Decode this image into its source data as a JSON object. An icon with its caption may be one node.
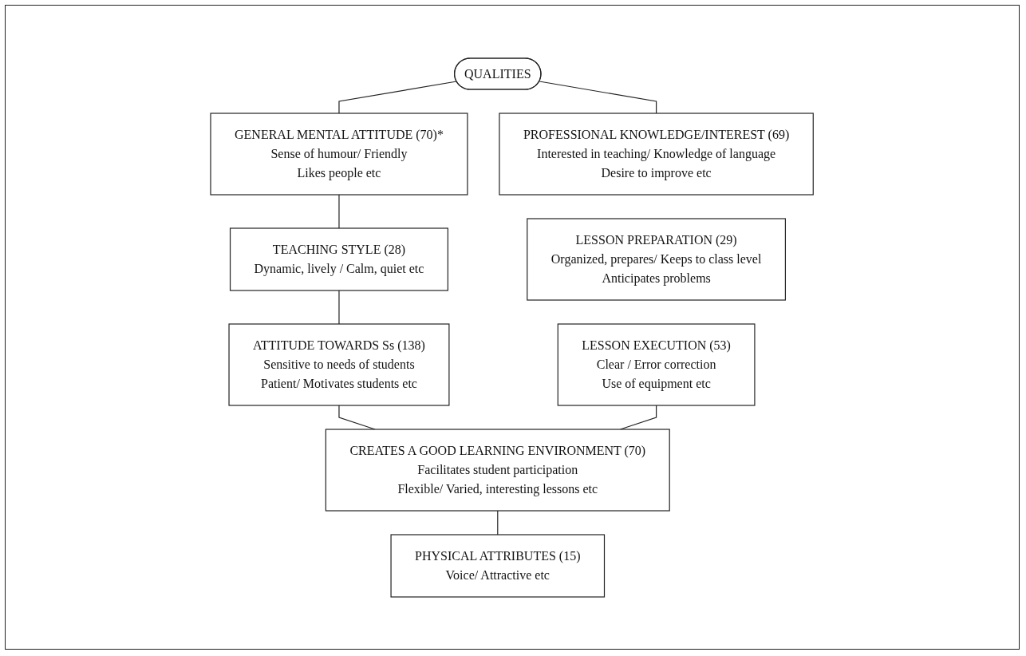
{
  "diagram": {
    "nodes": [
      {
        "text": [
          "QUALITIES"
        ]
      },
      {
        "text": [
          "GENERAL MENTAL ATTITUDE (70)*",
          "Sense of humour/ Friendly",
          "Likes people etc"
        ]
      },
      {
        "text": [
          "PROFESSIONAL KNOWLEDGE/INTEREST (69)",
          "Interested in teaching/ Knowledge of language",
          "Desire to improve etc"
        ]
      },
      {
        "text": [
          "TEACHING STYLE (28)",
          "Dynamic, lively / Calm, quiet etc"
        ]
      },
      {
        "text": [
          "LESSON PREPARATION (29)",
          "Organized, prepares/ Keeps to class level",
          "Anticipates problems"
        ]
      },
      {
        "text": [
          "ATTITUDE TOWARDS Ss (138)",
          "Sensitive to needs of students",
          "Patient/ Motivates students etc"
        ]
      },
      {
        "text": [
          "LESSON EXECUTION (53)",
          "Clear / Error correction",
          "Use of equipment etc"
        ]
      },
      {
        "text": [
          "CREATES A GOOD LEARNING ENVIRONMENT (70)",
          "Facilitates student participation",
          "Flexible/ Varied, interesting lessons etc"
        ]
      },
      {
        "text": [
          "PHYSICAL ATTRIBUTES (15)",
          "Voice/ Attractive etc"
        ]
      }
    ],
    "edges": [
      {
        "from": 0,
        "to": 1,
        "arrow": "none"
      },
      {
        "from": 0,
        "to": 2,
        "arrow": "none"
      },
      {
        "from": 1,
        "to": 3,
        "arrow": "none"
      },
      {
        "from": 3,
        "to": 5,
        "arrow": "none"
      },
      {
        "from": 5,
        "to": 7,
        "arrow": "none"
      },
      {
        "from": 6,
        "to": 7,
        "arrow": "none"
      },
      {
        "from": 7,
        "to": 8,
        "arrow": "none"
      }
    ]
  }
}
